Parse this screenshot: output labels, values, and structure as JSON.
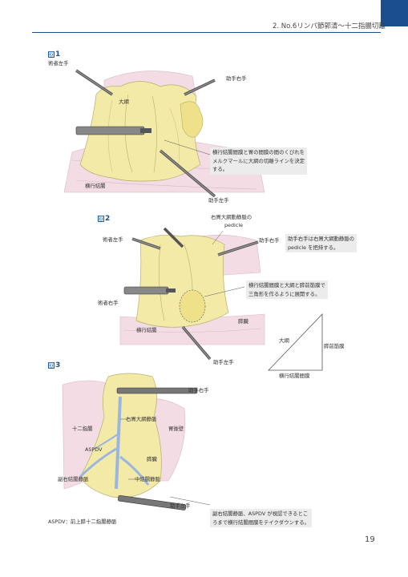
{
  "header": {
    "title": "2. No.6リンパ節郭清〜十二指腸切離"
  },
  "figures": [
    {
      "badge": "図",
      "number": "1",
      "labels": {
        "operator_left": "術者左手",
        "assistant_right": "助手右手",
        "omentum": "大網",
        "transverse_colon": "横行結腸",
        "assistant_left": "助手左手"
      },
      "note": [
        "横行結腸間膜と胃の間膜の間のくびれを",
        "メルクマールに大網の切離ラインを決定",
        "する。"
      ]
    },
    {
      "badge": "図",
      "number": "2",
      "labels": {
        "rgev_pedicle_1": "右胃大網動静脈の",
        "rgev_pedicle_2": "pedicle",
        "operator_left": "術者左手",
        "assistant_right": "助手右手",
        "operator_right": "術者右手",
        "transverse_colon": "横行結腸",
        "pancreas": "膵臓",
        "assistant_left": "助手左手"
      },
      "note_top": [
        "助手右手は右胃大網動静脈の",
        "pedicle を把持する。"
      ],
      "note_mid": [
        "横行結腸間膜と大網と膵前筋膜で",
        "三角形を作るように展開する。"
      ],
      "triangle": {
        "omentum": "大網",
        "prepancreatic_fascia": "膵前筋膜",
        "transverse_mesocolon": "横行結腸間膜"
      }
    },
    {
      "badge": "図",
      "number": "3",
      "labels": {
        "assistant_right": "助手右手",
        "rgev": "右胃大網静脈",
        "duodenum": "十二指腸",
        "posterior_wall": "胃後壁",
        "aspdv": "ASPDV",
        "pancreas": "膵臓",
        "accessory_rcv": "副右結腸静脈",
        "mcv": "中結腸静脈",
        "assistant_left": "助手左手"
      },
      "footnote": "ASPDV：前上膵十二指腸静脈",
      "note": [
        "副右結腸静脈、ASPDV が視認できるとこ",
        "ろまで横行結腸間膜をテイクダウンする。"
      ]
    }
  ],
  "page_number": "19",
  "colors": {
    "brand_blue": "#1a4f8f",
    "tissue_yellow": "#f4eaa8",
    "fat_yellow": "#efe08a",
    "colon_pink": "#f3dce4",
    "note_gray": "#ececec",
    "vessel_blue": "#9ab6e0"
  }
}
